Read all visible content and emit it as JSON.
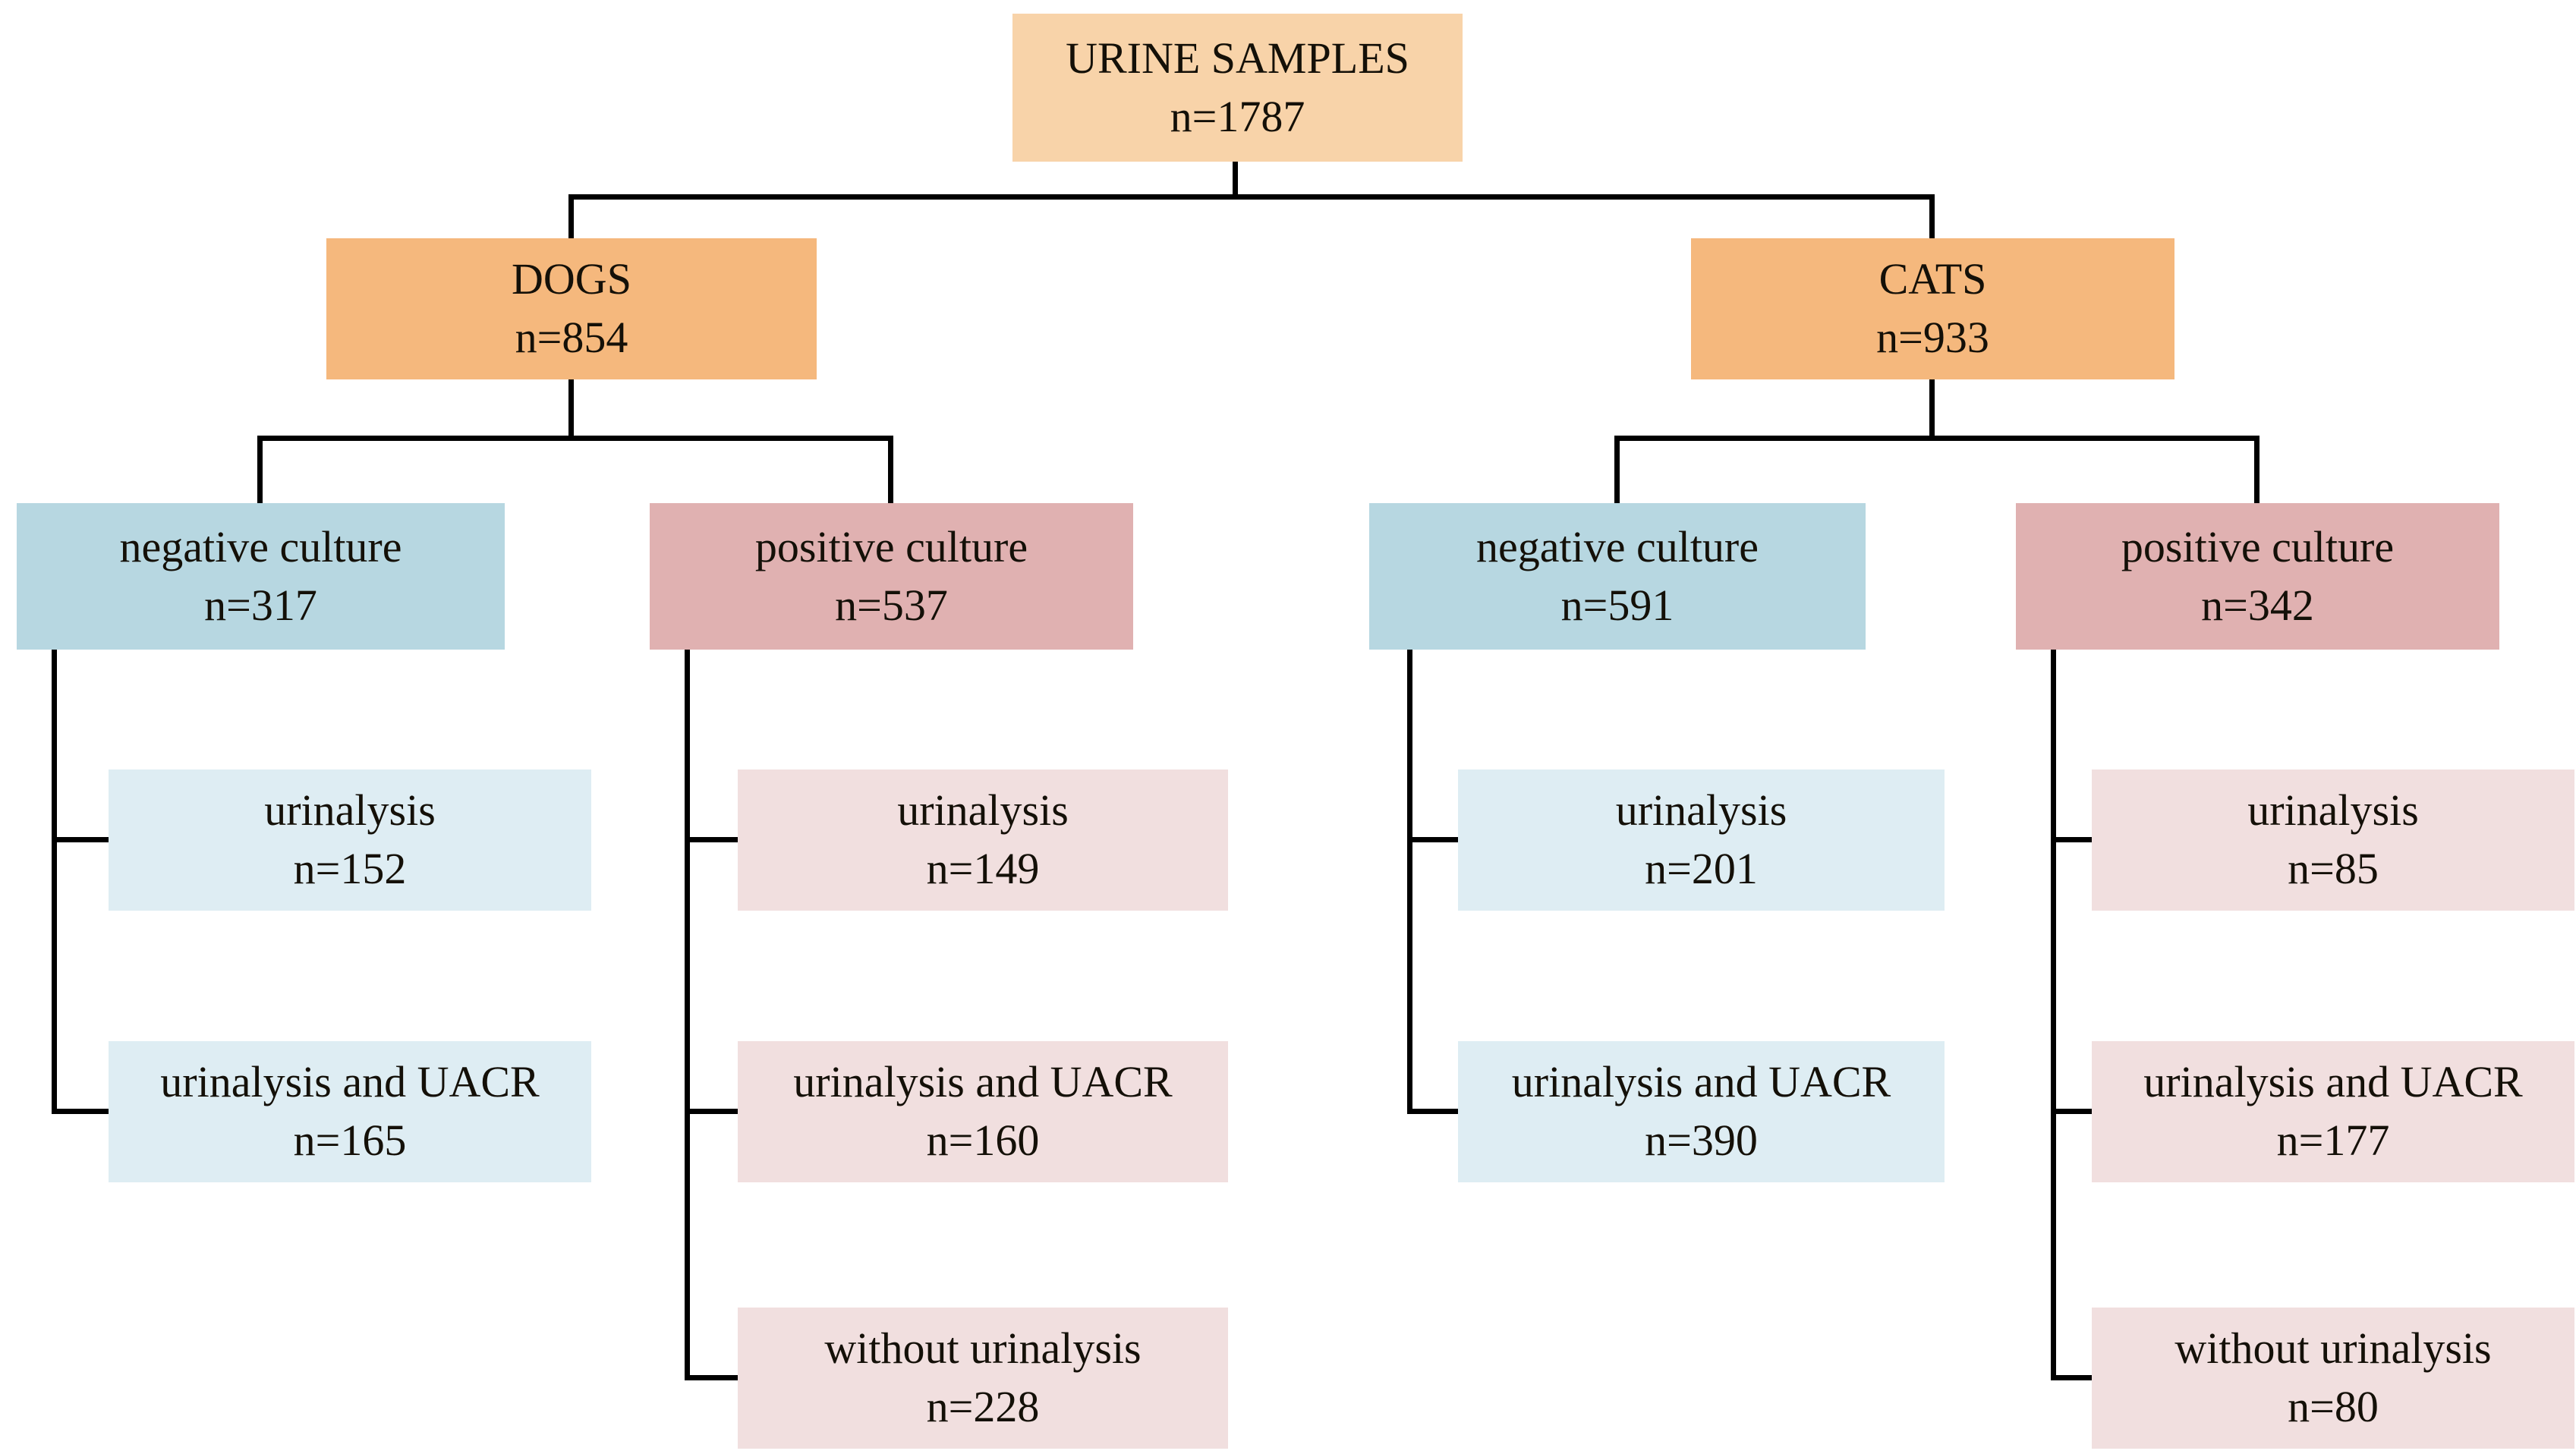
{
  "colors": {
    "root_box": "#F8D3A9",
    "species_box": "#F5B87D",
    "negative_culture_box": "#B7D7E1",
    "positive_culture_box": "#E0B1B1",
    "negative_leaf_box": "#DEEDF3",
    "positive_leaf_box": "#F1DFDF",
    "connector": "#000000",
    "text": "#141008",
    "background": "#FFFFFF"
  },
  "tree": {
    "root": {
      "label": "URINE SAMPLES",
      "n": "n=1787"
    },
    "dogs": {
      "label": "DOGS",
      "n": "n=854",
      "negative": {
        "label": "negative culture",
        "n": "n=317",
        "leaves": [
          {
            "label": "urinalysis",
            "n": "n=152"
          },
          {
            "label": "urinalysis and UACR",
            "n": "n=165"
          }
        ]
      },
      "positive": {
        "label": "positive culture",
        "n": "n=537",
        "leaves": [
          {
            "label": "urinalysis",
            "n": "n=149"
          },
          {
            "label": "urinalysis and UACR",
            "n": "n=160"
          },
          {
            "label": "without urinalysis",
            "n": "n=228"
          }
        ]
      }
    },
    "cats": {
      "label": "CATS",
      "n": "n=933",
      "negative": {
        "label": "negative culture",
        "n": "n=591",
        "leaves": [
          {
            "label": "urinalysis",
            "n": "n=201"
          },
          {
            "label": "urinalysis and UACR",
            "n": "n=390"
          }
        ]
      },
      "positive": {
        "label": "positive culture",
        "n": "n=342",
        "leaves": [
          {
            "label": "urinalysis",
            "n": "n=85"
          },
          {
            "label": "urinalysis and UACR",
            "n": "n=177"
          },
          {
            "label": "without urinalysis",
            "n": "n=80"
          }
        ]
      }
    }
  }
}
